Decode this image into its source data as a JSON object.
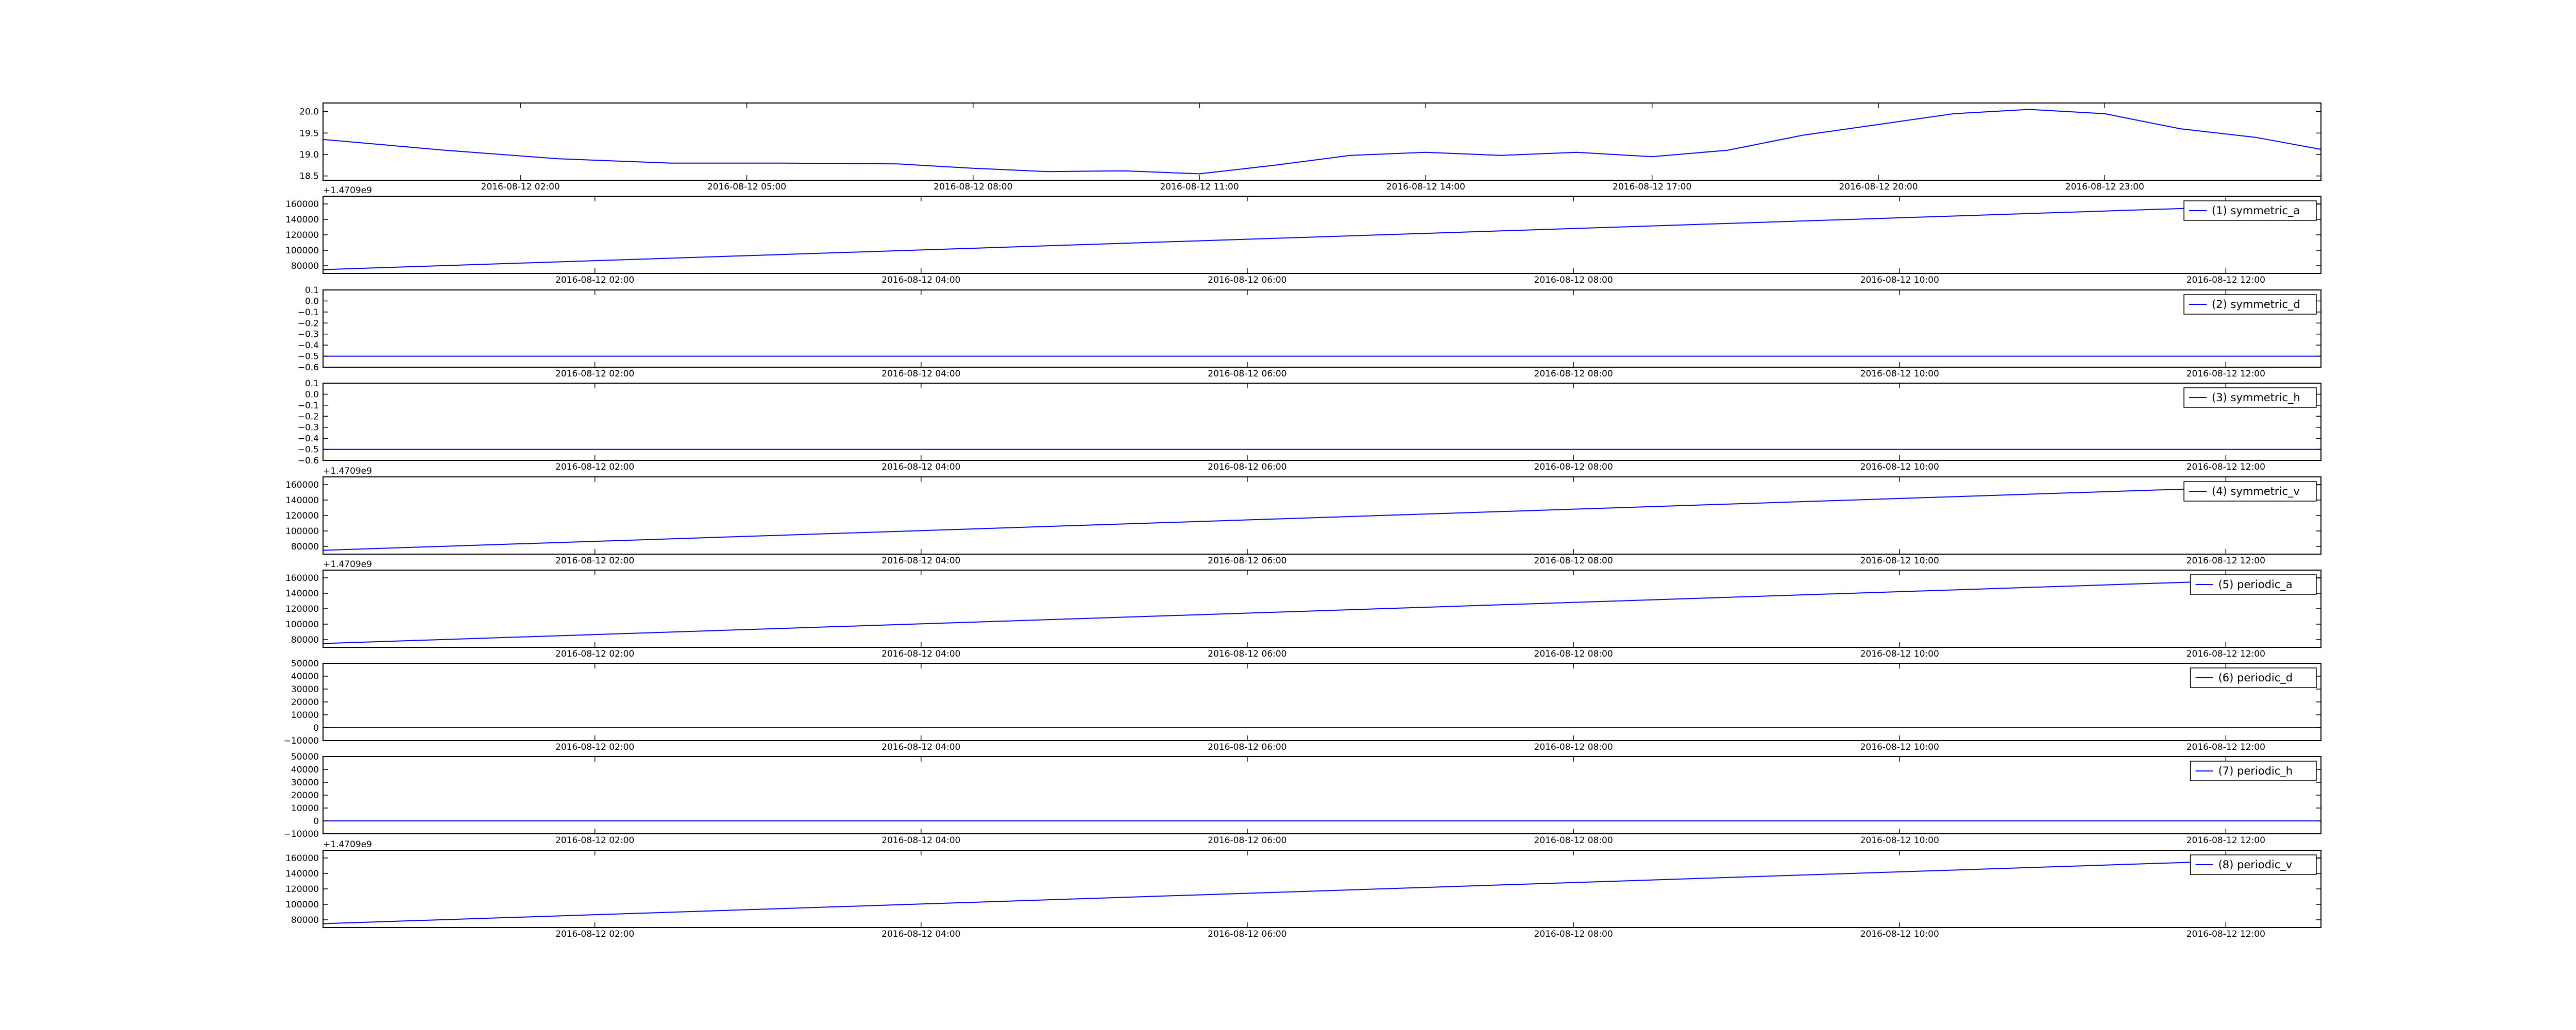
{
  "chart_data": [
    {
      "type": "line",
      "y_ticks": [
        "20.0",
        "19.5",
        "19.0",
        "18.5"
      ],
      "ylim": [
        18.4,
        20.2
      ],
      "x_ticks": [
        "2016-08-12 02:00",
        "2016-08-12 05:00",
        "2016-08-12 08:00",
        "2016-08-12 11:00",
        "2016-08-12 14:00",
        "2016-08-12 17:00",
        "2016-08-12 20:00",
        "2016-08-12 23:00"
      ],
      "xlim": [
        "2016-08-11 23:23",
        "2016-08-13 01:52"
      ],
      "x_tick_values": [
        "2016-08-12 02:00",
        "2016-08-12 05:00",
        "2016-08-12 08:00",
        "2016-08-12 11:00",
        "2016-08-12 14:00",
        "2016-08-12 17:00",
        "2016-08-12 20:00",
        "2016-08-12 23:00"
      ],
      "offset_text": "",
      "legend": "",
      "series": [
        {
          "x": [
            "2016-08-11 23:23",
            "2016-08-12 01:00",
            "2016-08-12 02:30",
            "2016-08-12 04:00",
            "2016-08-12 05:30",
            "2016-08-12 07:00",
            "2016-08-12 08:00",
            "2016-08-12 09:00",
            "2016-08-12 10:00",
            "2016-08-12 11:00",
            "2016-08-12 12:00",
            "2016-08-12 13:00",
            "2016-08-12 14:00",
            "2016-08-12 15:00",
            "2016-08-12 16:00",
            "2016-08-12 17:00",
            "2016-08-12 18:00",
            "2016-08-12 19:00",
            "2016-08-12 20:00",
            "2016-08-12 21:00",
            "2016-08-12 22:00",
            "2016-08-12 23:00",
            "2016-08-13 00:00",
            "2016-08-13 01:00",
            "2016-08-13 01:52"
          ],
          "values": [
            19.35,
            19.1,
            18.9,
            18.8,
            18.8,
            18.78,
            18.68,
            18.6,
            18.62,
            18.55,
            18.75,
            18.98,
            19.05,
            18.98,
            19.05,
            18.95,
            19.1,
            19.45,
            19.7,
            19.95,
            20.05,
            19.95,
            19.6,
            19.4,
            19.12
          ]
        }
      ]
    },
    {
      "type": "line",
      "y_ticks": [
        "160000",
        "140000",
        "120000",
        "100000",
        "80000"
      ],
      "ylim": [
        70000,
        170000
      ],
      "x_ticks": [
        "2016-08-12 02:00",
        "2016-08-12 04:00",
        "2016-08-12 06:00",
        "2016-08-12 08:00",
        "2016-08-12 10:00",
        "2016-08-12 12:00"
      ],
      "xlim": [
        "2016-08-12 00:20",
        "2016-08-12 12:35"
      ],
      "x_tick_values": [
        "2016-08-12 02:00",
        "2016-08-12 04:00",
        "2016-08-12 06:00",
        "2016-08-12 08:00",
        "2016-08-12 10:00",
        "2016-08-12 12:00"
      ],
      "offset_text": "+1.4709e9",
      "legend": "(1) symmetric_a",
      "series": [
        {
          "x": [
            "2016-08-12 00:20",
            "2016-08-12 12:35"
          ],
          "values": [
            75000,
            160000
          ]
        }
      ]
    },
    {
      "type": "line",
      "y_ticks": [
        "0.1",
        "0.0",
        "−0.1",
        "−0.2",
        "−0.3",
        "−0.4",
        "−0.5",
        "−0.6"
      ],
      "ylim": [
        -0.6,
        0.1
      ],
      "x_ticks": [
        "2016-08-12 02:00",
        "2016-08-12 04:00",
        "2016-08-12 06:00",
        "2016-08-12 08:00",
        "2016-08-12 10:00",
        "2016-08-12 12:00"
      ],
      "xlim": [
        "2016-08-12 00:20",
        "2016-08-12 12:35"
      ],
      "x_tick_values": [
        "2016-08-12 02:00",
        "2016-08-12 04:00",
        "2016-08-12 06:00",
        "2016-08-12 08:00",
        "2016-08-12 10:00",
        "2016-08-12 12:00"
      ],
      "offset_text": "",
      "legend": "(2) symmetric_d",
      "series": [
        {
          "x": [
            "2016-08-12 00:20",
            "2016-08-12 12:35"
          ],
          "values": [
            -0.5,
            -0.5
          ]
        }
      ]
    },
    {
      "type": "line",
      "y_ticks": [
        "0.1",
        "0.0",
        "−0.1",
        "−0.2",
        "−0.3",
        "−0.4",
        "−0.5",
        "−0.6"
      ],
      "ylim": [
        -0.6,
        0.1
      ],
      "x_ticks": [
        "2016-08-12 02:00",
        "2016-08-12 04:00",
        "2016-08-12 06:00",
        "2016-08-12 08:00",
        "2016-08-12 10:00",
        "2016-08-12 12:00"
      ],
      "xlim": [
        "2016-08-12 00:20",
        "2016-08-12 12:35"
      ],
      "x_tick_values": [
        "2016-08-12 02:00",
        "2016-08-12 04:00",
        "2016-08-12 06:00",
        "2016-08-12 08:00",
        "2016-08-12 10:00",
        "2016-08-12 12:00"
      ],
      "offset_text": "",
      "legend": "(3) symmetric_h",
      "series": [
        {
          "x": [
            "2016-08-12 00:20",
            "2016-08-12 12:35"
          ],
          "values": [
            -0.5,
            -0.5
          ]
        }
      ]
    },
    {
      "type": "line",
      "y_ticks": [
        "160000",
        "140000",
        "120000",
        "100000",
        "80000"
      ],
      "ylim": [
        70000,
        170000
      ],
      "x_ticks": [
        "2016-08-12 02:00",
        "2016-08-12 04:00",
        "2016-08-12 06:00",
        "2016-08-12 08:00",
        "2016-08-12 10:00",
        "2016-08-12 12:00"
      ],
      "xlim": [
        "2016-08-12 00:20",
        "2016-08-12 12:35"
      ],
      "x_tick_values": [
        "2016-08-12 02:00",
        "2016-08-12 04:00",
        "2016-08-12 06:00",
        "2016-08-12 08:00",
        "2016-08-12 10:00",
        "2016-08-12 12:00"
      ],
      "offset_text": "+1.4709e9",
      "legend": "(4) symmetric_v",
      "series": [
        {
          "x": [
            "2016-08-12 00:20",
            "2016-08-12 12:35"
          ],
          "values": [
            75000,
            160000
          ]
        }
      ]
    },
    {
      "type": "line",
      "y_ticks": [
        "160000",
        "140000",
        "120000",
        "100000",
        "80000"
      ],
      "ylim": [
        70000,
        170000
      ],
      "x_ticks": [
        "2016-08-12 02:00",
        "2016-08-12 04:00",
        "2016-08-12 06:00",
        "2016-08-12 08:00",
        "2016-08-12 10:00",
        "2016-08-12 12:00"
      ],
      "xlim": [
        "2016-08-12 00:20",
        "2016-08-12 12:35"
      ],
      "x_tick_values": [
        "2016-08-12 02:00",
        "2016-08-12 04:00",
        "2016-08-12 06:00",
        "2016-08-12 08:00",
        "2016-08-12 10:00",
        "2016-08-12 12:00"
      ],
      "offset_text": "+1.4709e9",
      "legend": "(5) periodic_a",
      "series": [
        {
          "x": [
            "2016-08-12 00:20",
            "2016-08-12 12:35"
          ],
          "values": [
            75000,
            160000
          ]
        }
      ]
    },
    {
      "type": "line",
      "y_ticks": [
        "50000",
        "40000",
        "30000",
        "20000",
        "10000",
        "0",
        "−10000"
      ],
      "ylim": [
        -10000,
        50000
      ],
      "x_ticks": [
        "2016-08-12 02:00",
        "2016-08-12 04:00",
        "2016-08-12 06:00",
        "2016-08-12 08:00",
        "2016-08-12 10:00",
        "2016-08-12 12:00"
      ],
      "xlim": [
        "2016-08-12 00:20",
        "2016-08-12 12:35"
      ],
      "x_tick_values": [
        "2016-08-12 02:00",
        "2016-08-12 04:00",
        "2016-08-12 06:00",
        "2016-08-12 08:00",
        "2016-08-12 10:00",
        "2016-08-12 12:00"
      ],
      "offset_text": "",
      "legend": "(6) periodic_d",
      "series": [
        {
          "x": [
            "2016-08-12 00:20",
            "2016-08-12 12:35"
          ],
          "values": [
            0,
            0
          ]
        }
      ]
    },
    {
      "type": "line",
      "y_ticks": [
        "50000",
        "40000",
        "30000",
        "20000",
        "10000",
        "0",
        "−10000"
      ],
      "ylim": [
        -10000,
        50000
      ],
      "x_ticks": [
        "2016-08-12 02:00",
        "2016-08-12 04:00",
        "2016-08-12 06:00",
        "2016-08-12 08:00",
        "2016-08-12 10:00",
        "2016-08-12 12:00"
      ],
      "xlim": [
        "2016-08-12 00:20",
        "2016-08-12 12:35"
      ],
      "x_tick_values": [
        "2016-08-12 02:00",
        "2016-08-12 04:00",
        "2016-08-12 06:00",
        "2016-08-12 08:00",
        "2016-08-12 10:00",
        "2016-08-12 12:00"
      ],
      "offset_text": "",
      "legend": "(7) periodic_h",
      "series": [
        {
          "x": [
            "2016-08-12 00:20",
            "2016-08-12 12:35"
          ],
          "values": [
            0,
            0
          ]
        }
      ]
    },
    {
      "type": "line",
      "y_ticks": [
        "160000",
        "140000",
        "120000",
        "100000",
        "80000"
      ],
      "ylim": [
        70000,
        170000
      ],
      "x_ticks": [
        "2016-08-12 02:00",
        "2016-08-12 04:00",
        "2016-08-12 06:00",
        "2016-08-12 08:00",
        "2016-08-12 10:00",
        "2016-08-12 12:00"
      ],
      "xlim": [
        "2016-08-12 00:20",
        "2016-08-12 12:35"
      ],
      "x_tick_values": [
        "2016-08-12 02:00",
        "2016-08-12 04:00",
        "2016-08-12 06:00",
        "2016-08-12 08:00",
        "2016-08-12 10:00",
        "2016-08-12 12:00"
      ],
      "offset_text": "+1.4709e9",
      "legend": "(8) periodic_v",
      "series": [
        {
          "x": [
            "2016-08-12 00:20",
            "2016-08-12 12:35"
          ],
          "values": [
            75000,
            160000
          ]
        }
      ]
    }
  ],
  "colors": {
    "line": "#0000ff",
    "axes": "#000000",
    "background": "#ffffff"
  }
}
